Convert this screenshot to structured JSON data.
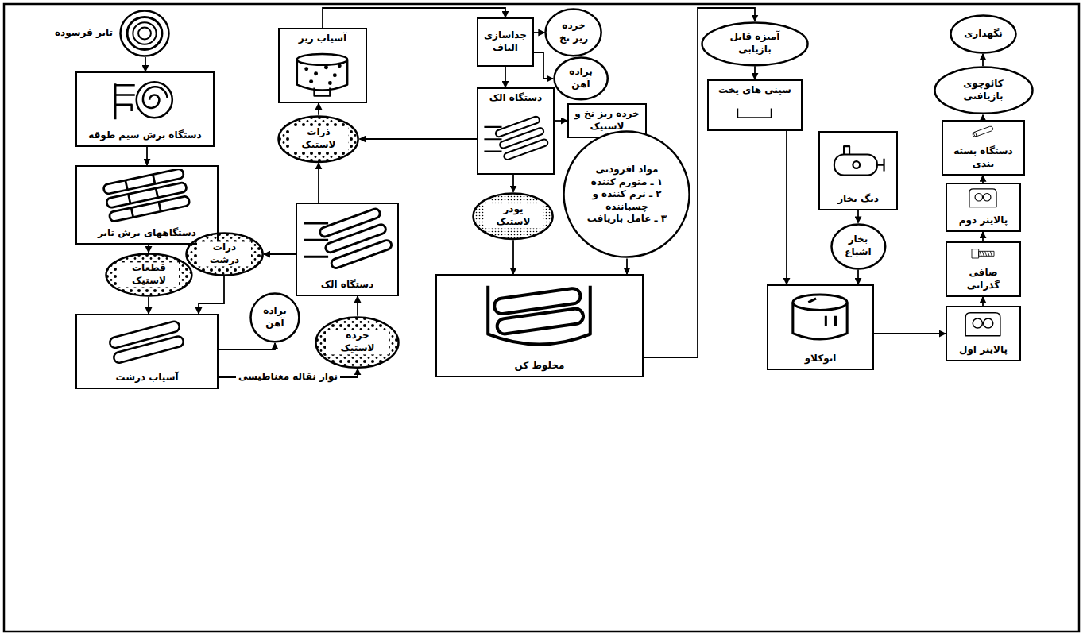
{
  "diagram": {
    "nodes": [
      {
        "text": [
          "تایر فرسوده"
        ]
      },
      {
        "text": [
          "دستگاه برش سیم طوقه"
        ]
      },
      {
        "text": [
          "دستگاههای برش تایر"
        ]
      },
      {
        "text": [
          "قطعات لاستیک"
        ]
      },
      {
        "text": [
          "آسیاب درشت"
        ]
      },
      {
        "text": [
          "ذرات درشت"
        ]
      },
      {
        "text": [
          "براده آهن"
        ]
      },
      {
        "text": [
          "خرده لاستیک"
        ]
      },
      {
        "text": [
          "دستگاه الک"
        ]
      },
      {
        "text": [
          "ذرات لاستیک"
        ]
      },
      {
        "text": [
          "آسیاب ریز"
        ]
      },
      {
        "text": [
          "جداسازی الیاف"
        ]
      },
      {
        "text": [
          "خرده ریز نخ"
        ]
      },
      {
        "text": [
          "براده آهن"
        ]
      },
      {
        "text": [
          "دستگاه الک"
        ]
      },
      {
        "text": [
          "خرده ریز نخ و لاستیک"
        ]
      },
      {
        "text": [
          "پودر لاستیک"
        ]
      },
      {
        "text": [
          "مواد افزودنی",
          "۱ ـ متورم کننده",
          "۲ ـ نرم کننده و چسباننده",
          "۳ ـ عامل بازیافت"
        ]
      },
      {
        "text": [
          "مخلوط کن"
        ]
      },
      {
        "text": [
          "آمیزه قابل بازیابی"
        ]
      },
      {
        "text": [
          "سینی های پخت"
        ]
      },
      {
        "text": [
          "دیگ بخار"
        ]
      },
      {
        "text": [
          "بخار اشباع"
        ]
      },
      {
        "text": [
          "اتوکلاو"
        ]
      },
      {
        "text": [
          "پالاینر اول"
        ]
      },
      {
        "text": [
          "صافی گذرانی"
        ]
      },
      {
        "text": [
          "پالاینر دوم"
        ]
      },
      {
        "text": [
          "دستگاه بسته بندی"
        ]
      },
      {
        "text": [
          "کائوچوی بازیافتی"
        ]
      },
      {
        "text": [
          "نگهداری"
        ]
      }
    ],
    "edges": [
      {
        "from": 0,
        "to": 1,
        "arrow": "to"
      },
      {
        "from": 1,
        "to": 2,
        "arrow": "to"
      },
      {
        "from": 2,
        "to": 3,
        "arrow": "to"
      },
      {
        "from": 3,
        "to": 4,
        "arrow": "to"
      },
      {
        "from": 4,
        "to": 7,
        "label": "نوار نقاله مغناطیسی",
        "arrow": "to"
      },
      {
        "from": 4,
        "to": 6,
        "arrow": "to"
      },
      {
        "from": 7,
        "to": 8,
        "arrow": "to"
      },
      {
        "from": 8,
        "to": 5,
        "arrow": "to"
      },
      {
        "from": 5,
        "to": 4,
        "arrow": "to"
      },
      {
        "from": 8,
        "to": 9,
        "arrow": "to"
      },
      {
        "from": 14,
        "to": 9,
        "arrow": "to"
      },
      {
        "from": 9,
        "to": 10,
        "arrow": "to"
      },
      {
        "from": 10,
        "to": 11,
        "arrow": "to"
      },
      {
        "from": 11,
        "to": 12,
        "arrow": "to"
      },
      {
        "from": 11,
        "to": 13,
        "arrow": "to"
      },
      {
        "from": 11,
        "to": 14,
        "arrow": "to"
      },
      {
        "from": 14,
        "to": 15,
        "arrow": "to"
      },
      {
        "from": 14,
        "to": 16,
        "arrow": "to"
      },
      {
        "from": 16,
        "to": 18,
        "arrow": "to"
      },
      {
        "from": 17,
        "to": 18,
        "arrow": "to"
      },
      {
        "from": 18,
        "to": 19,
        "arrow": "to"
      },
      {
        "from": 19,
        "to": 20,
        "arrow": "to"
      },
      {
        "from": 20,
        "to": 23,
        "arrow": "to"
      },
      {
        "from": 21,
        "to": 22,
        "arrow": "to"
      },
      {
        "from": 22,
        "to": 23,
        "arrow": "to"
      },
      {
        "from": 23,
        "to": 24,
        "arrow": "to"
      },
      {
        "from": 24,
        "to": 25,
        "arrow": "to"
      },
      {
        "from": 25,
        "to": 26,
        "arrow": "to"
      },
      {
        "from": 26,
        "to": 27,
        "arrow": "to"
      },
      {
        "from": 27,
        "to": 28,
        "arrow": "to"
      },
      {
        "from": 28,
        "to": 29,
        "arrow": "to"
      }
    ]
  }
}
